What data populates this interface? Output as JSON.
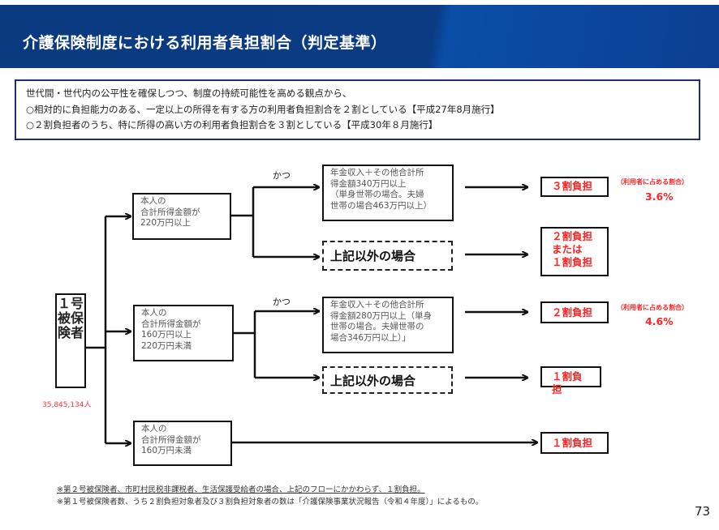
{
  "header": {
    "title": "介護保険制度における利用者負担割合（判定基準）"
  },
  "info": {
    "lines": [
      "世代間・世代内の公平性を確保しつつ、制度の持続可能性を高める観点から、",
      "○相対的に負担能力のある、一定以上の所得を有する方の利用者負担割合を２割としている【平成27年8月施行】",
      "○２割負担者のうち、特に所得の高い方の利用者負担割合を３割としている【平成30年８月施行】"
    ]
  },
  "insured": {
    "label": "１号被保険者",
    "count": "35,845,134人"
  },
  "branches": [
    {
      "condition": [
        "本人の",
        "合計所得金額が",
        "220万円以上"
      ],
      "and_label": "かつ",
      "sub_condition": [
        "年金収入＋その他合計所",
        "得金額340万円以上",
        "（単身世帯の場合。夫婦",
        "世帯の場合463万円以上）"
      ],
      "result": "３割負担",
      "share_label": "（利用者に占める割合）",
      "share_value": "3.6%",
      "else_label": "上記以外の場合",
      "else_result": [
        "２割負担",
        "または",
        "１割負担"
      ]
    },
    {
      "condition": [
        "本人の",
        "合計所得金額が",
        "160万円以上",
        "220万円未満"
      ],
      "and_label": "かつ",
      "sub_condition": [
        "年金収入＋その他合計所",
        "得金額280万円以上（単身",
        "世帯の場合。夫婦世帯の",
        "場合346万円以上）」"
      ],
      "result": "２割負担",
      "share_label": "（利用者に占める割合）",
      "share_value": "4.6%",
      "else_label": "上記以外の場合",
      "else_result": [
        "１割負担"
      ]
    },
    {
      "condition": [
        "本人の",
        "合計所得金額が",
        "160万円未満"
      ],
      "result": "１割負担"
    }
  ],
  "footnotes": [
    "※第２号被保険者、市町村民税非課税者、生活保護受給者の場合、上記のフローにかかわらず、１割負担。",
    "※第１号被保険者数、うち２割負担対象者及び３割負担対象者の数は「介護保険事業状況報告（令和４年度）」によるもの。"
  ],
  "page_number": "73"
}
